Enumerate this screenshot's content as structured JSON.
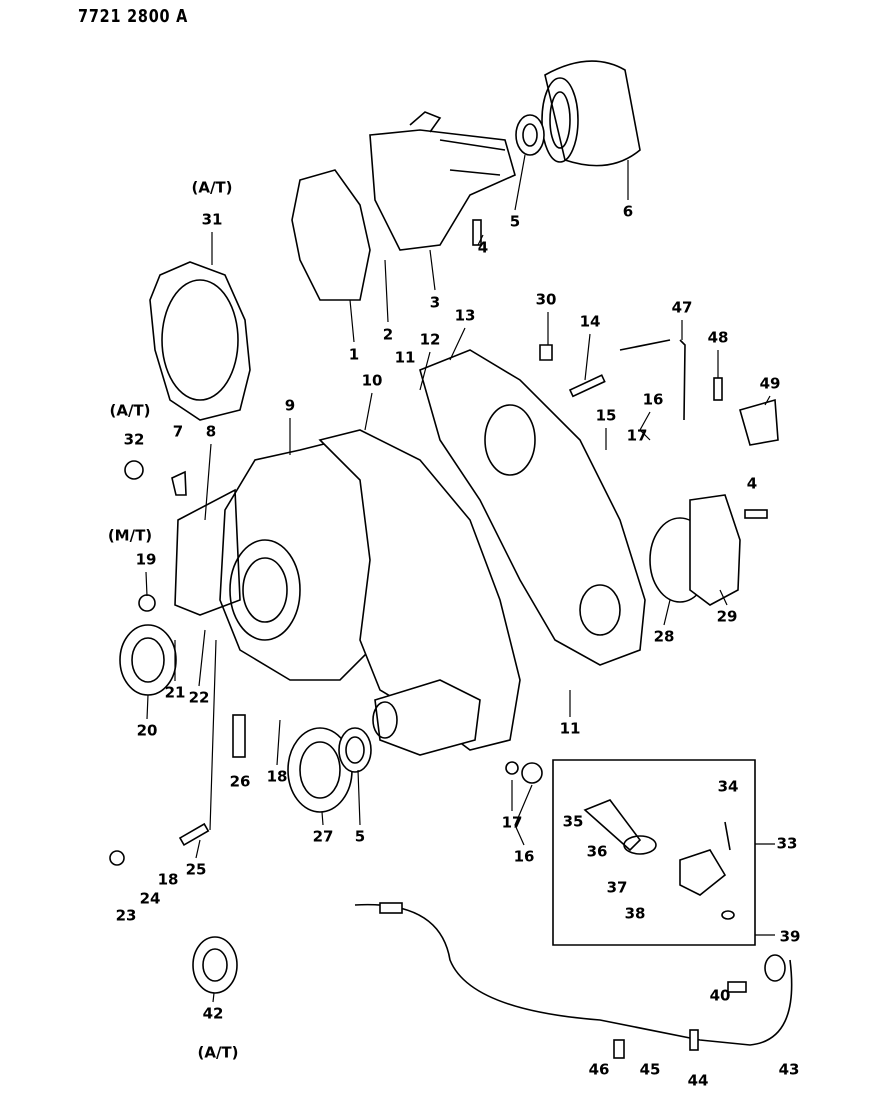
{
  "diagram_code": "7721 2800 A",
  "callouts": [
    "(A/T)",
    "31",
    "6",
    "5",
    "4",
    "3",
    "2",
    "1",
    "30",
    "13",
    "14",
    "47",
    "48",
    "49",
    "12",
    "11",
    "10",
    "9",
    "(A/T)",
    "32",
    "7",
    "8",
    "16",
    "15",
    "17",
    "4",
    "(M/T)",
    "19",
    "28",
    "29",
    "20",
    "21",
    "22",
    "11",
    "18",
    "26",
    "27",
    "5",
    "17",
    "16",
    "34",
    "33",
    "35",
    "36",
    "37",
    "38",
    "39",
    "40",
    "42",
    "(A/T)",
    "23",
    "24",
    "18",
    "25",
    "43",
    "44",
    "45",
    "46"
  ]
}
